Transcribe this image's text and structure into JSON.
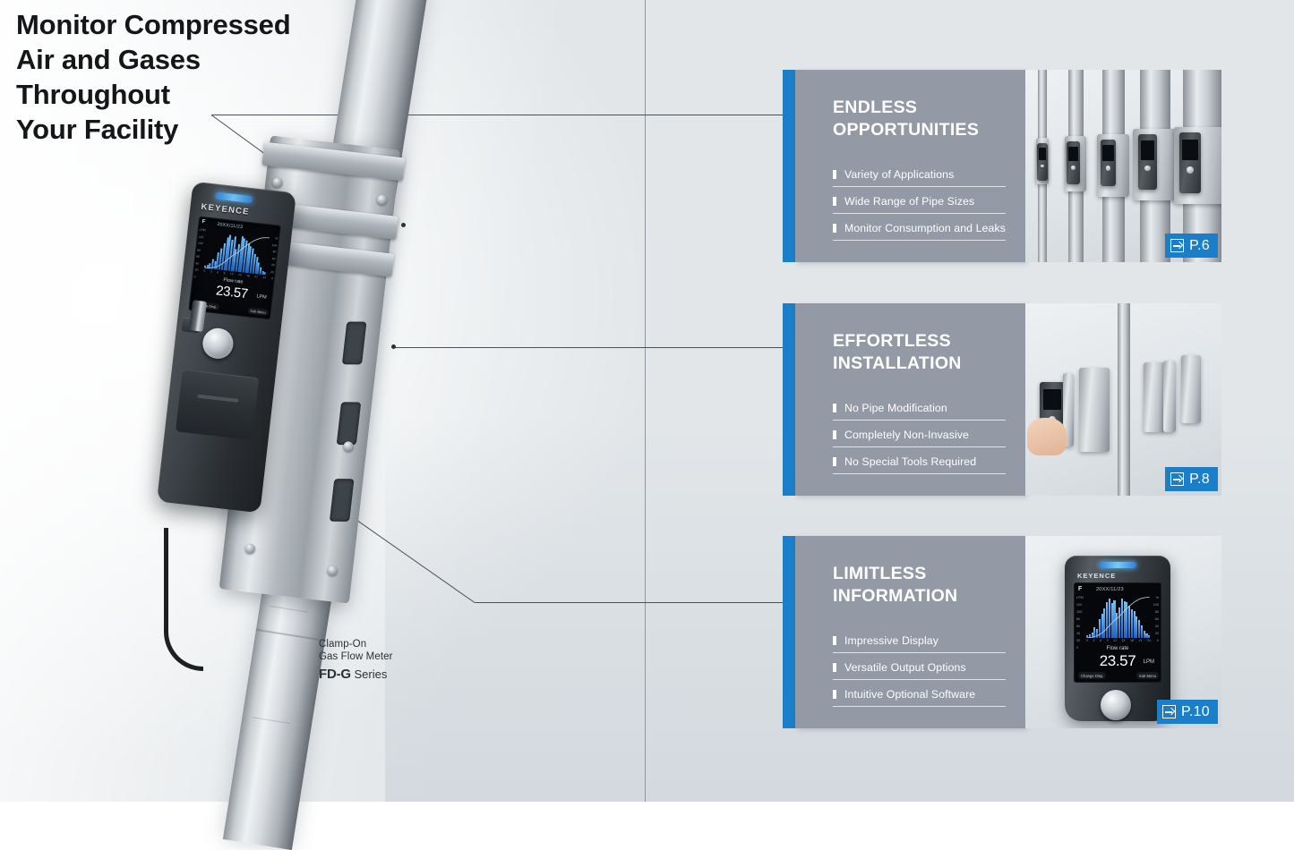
{
  "headline": {
    "line1": "Monitor Compressed",
    "line2": "Air and Gases",
    "line3": "Throughout",
    "line4": "Your Facility"
  },
  "product_caption": {
    "line1": "Clamp-On",
    "line2": "Gas Flow Meter",
    "model": "FD-G",
    "model_suffix": " Series"
  },
  "device_display": {
    "brand": "KEYENCE",
    "date": "20XX/11/23",
    "mode_icon": "F",
    "metric_label": "Flow rate",
    "value": "23.57",
    "unit": "LPM",
    "axis_left_unit": "LPM",
    "axis_right_unit": "%",
    "axis_left_ticks": [
      "120",
      "100",
      "80",
      "60",
      "40",
      "20",
      "0"
    ],
    "axis_right_ticks": [
      "100",
      "80",
      "60",
      "40",
      "20",
      "0"
    ],
    "axis_x_ticks": [
      "0",
      "3",
      "6",
      "9",
      "12",
      "15",
      "18",
      "21",
      "24"
    ],
    "button_left": "Change Disp.",
    "button_right": "Sub Menu",
    "bar_values": [
      6,
      9,
      14,
      26,
      22,
      46,
      58,
      72,
      88,
      96,
      84,
      92,
      60,
      74,
      96,
      90,
      86,
      78,
      70,
      66,
      52,
      44,
      30,
      18,
      10,
      7
    ]
  },
  "colors": {
    "accent_blue": "#1a7fc8",
    "panel_gray": "#939aa6",
    "headline_text": "#14171a",
    "bullet_text": "#ffffff"
  },
  "cards": [
    {
      "title_line1": "ENDLESS",
      "title_line2": "OPPORTUNITIES",
      "bullets": [
        "Variety of Applications",
        "Wide Range of Pipe Sizes",
        "Monitor Consumption and Leaks"
      ],
      "page_label": "P.6",
      "photo_alt": "five pipes of increasing diameter with clamp-on sensors"
    },
    {
      "title_line1": "EFFORTLESS",
      "title_line2": "INSTALLATION",
      "bullets": [
        "No Pipe Modification",
        "Completely Non-Invasive",
        "No Special Tools Required"
      ],
      "page_label": "P.8",
      "photo_alt": "hand holding sensor with mounting brackets beside pipe"
    },
    {
      "title_line1": "LIMITLESS",
      "title_line2": "INFORMATION",
      "bullets": [
        "Impressive Display",
        "Versatile Output Options",
        "Intuitive Optional Software"
      ],
      "page_label": "P.10",
      "photo_alt": "close-up of sensor color display"
    }
  ]
}
